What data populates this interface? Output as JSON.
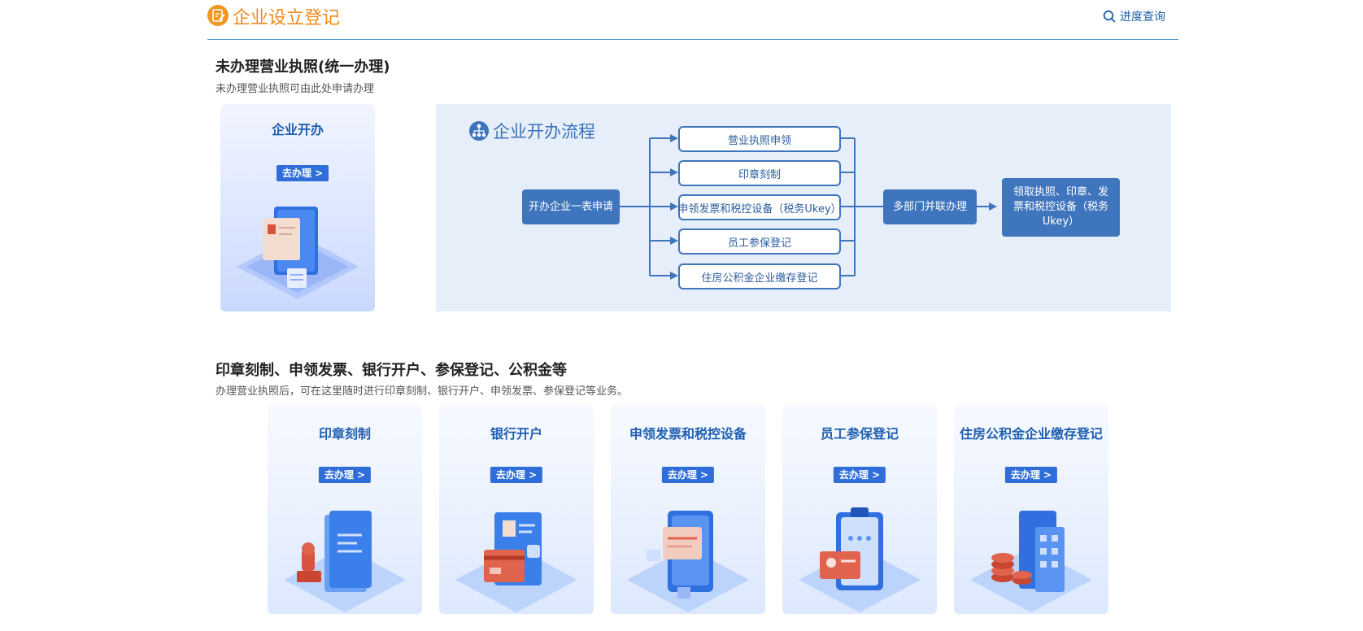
{
  "header": {
    "title": "企业设立登记",
    "progress_link": "进度查询"
  },
  "section1": {
    "title": "未办理营业执照(统一办理)",
    "desc": "未办理营业执照可由此处申请办理"
  },
  "big_card": {
    "title": "企业开办",
    "button": "去办理 >"
  },
  "flow": {
    "title": "企业开办流程",
    "start": "开办企业一表申请",
    "steps": [
      "营业执照申领",
      "印章刻制",
      "申领发票和税控设备（税务Ukey）",
      "员工参保登记",
      "住房公积金企业缴存登记"
    ],
    "joint": "多部门并联办理",
    "final": "领取执照、印章、发票和税控设备（税务Ukey）"
  },
  "section2": {
    "title": "印章刻制、申领发票、银行开户、参保登记、公积金等",
    "desc": "办理营业执照后，可在这里随时进行印章刻制、银行开户、申领发票、参保登记等业务。"
  },
  "services": [
    {
      "title": "印章刻制",
      "button": "去办理 >"
    },
    {
      "title": "银行开户",
      "button": "去办理 >"
    },
    {
      "title": "申领发票和税控设备",
      "button": "去办理 >"
    },
    {
      "title": "员工参保登记",
      "button": "去办理 >"
    },
    {
      "title": "住房公积金企业缴存登记",
      "button": "去办理 >"
    }
  ],
  "colors": {
    "brand_orange": "#f08a1c",
    "primary_blue": "#3f75bd",
    "button_blue": "#2f6ed8",
    "flow_bg": "#e6eef9"
  },
  "icons": {
    "header_logo": "edit-document-icon",
    "progress": "search-icon",
    "flow_title": "org-chart-icon"
  }
}
